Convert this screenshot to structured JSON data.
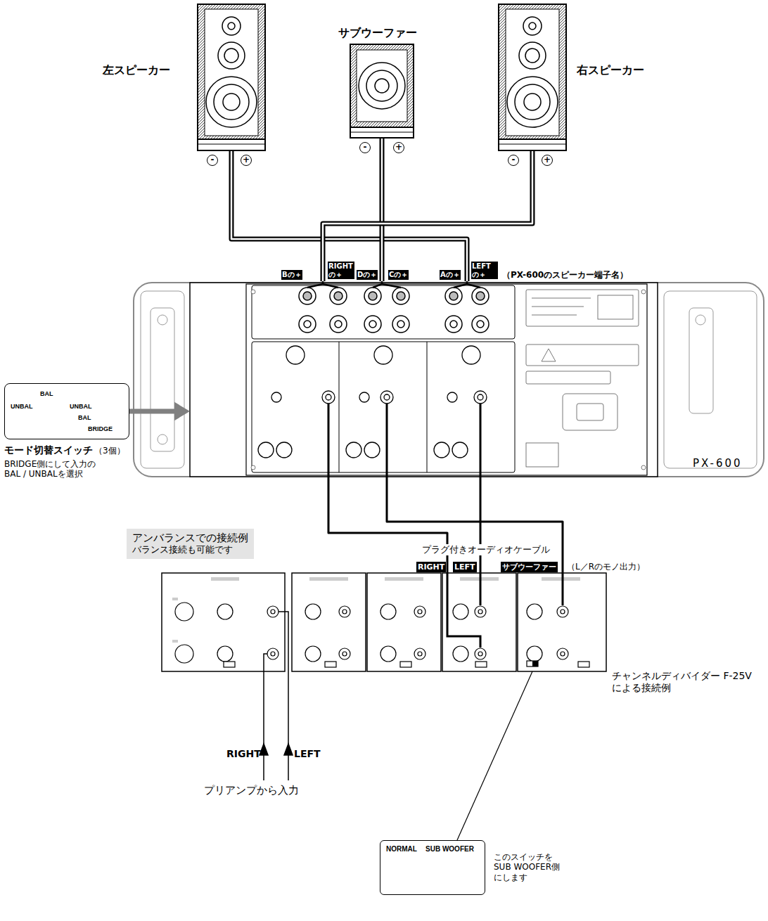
{
  "diagram": {
    "nodes": [
      {
        "text": [
          "左スピーカー"
        ]
      },
      {
        "text": [
          "サブウーファー"
        ]
      },
      {
        "text": [
          "右スピーカー"
        ]
      },
      {
        "text": [
          "UNBAL",
          "BAL",
          "UNBAL",
          "BAL",
          "BRIDGE"
        ]
      },
      {
        "text": [
          "PX-600"
        ]
      },
      {
        "text": [
          "アンバランスでの接続例",
          "バランス接続も可能です"
        ]
      },
      {
        "text": [
          "チャンネルディバイダー F-25V による接続例"
        ]
      },
      {
        "text": [
          "NORMAL",
          "SUB WOOFER"
        ]
      }
    ],
    "edges": [
      {
        "from": 0,
        "to": 4,
        "arrow": "none"
      },
      {
        "from": 1,
        "to": 4,
        "arrow": "none"
      },
      {
        "from": 2,
        "to": 4,
        "arrow": "none"
      },
      {
        "from": 3,
        "to": 4,
        "arrow": "to"
      },
      {
        "from": 6,
        "to": 4,
        "arrow": "none"
      },
      {
        "from": 6,
        "to": 4,
        "arrow": "none"
      },
      {
        "from": 6,
        "to": 4,
        "arrow": "none"
      },
      {
        "from": 7,
        "to": 6,
        "arrow": "none"
      }
    ],
    "labels": [
      "-",
      "+",
      "-",
      "+",
      "-",
      "+",
      "Bの＋",
      "RIGHT の＋",
      "Dの＋",
      "Cの＋",
      "Aの＋",
      "LEFT の＋",
      "（PX-600のスピーカー端子名）",
      "モード切替スイッチ",
      "（3個）",
      "BRIDGE側にして入力の BAL / UNBALを選択",
      "プラグ付きオーディオケーブル",
      "RIGHT",
      "LEFT",
      "サブウーファー",
      "（L／Rのモノ出力）",
      "RIGHT",
      "LEFT",
      "プリアンプから入力",
      "このスイッチを SUB WOOFER側 にします"
    ]
  }
}
